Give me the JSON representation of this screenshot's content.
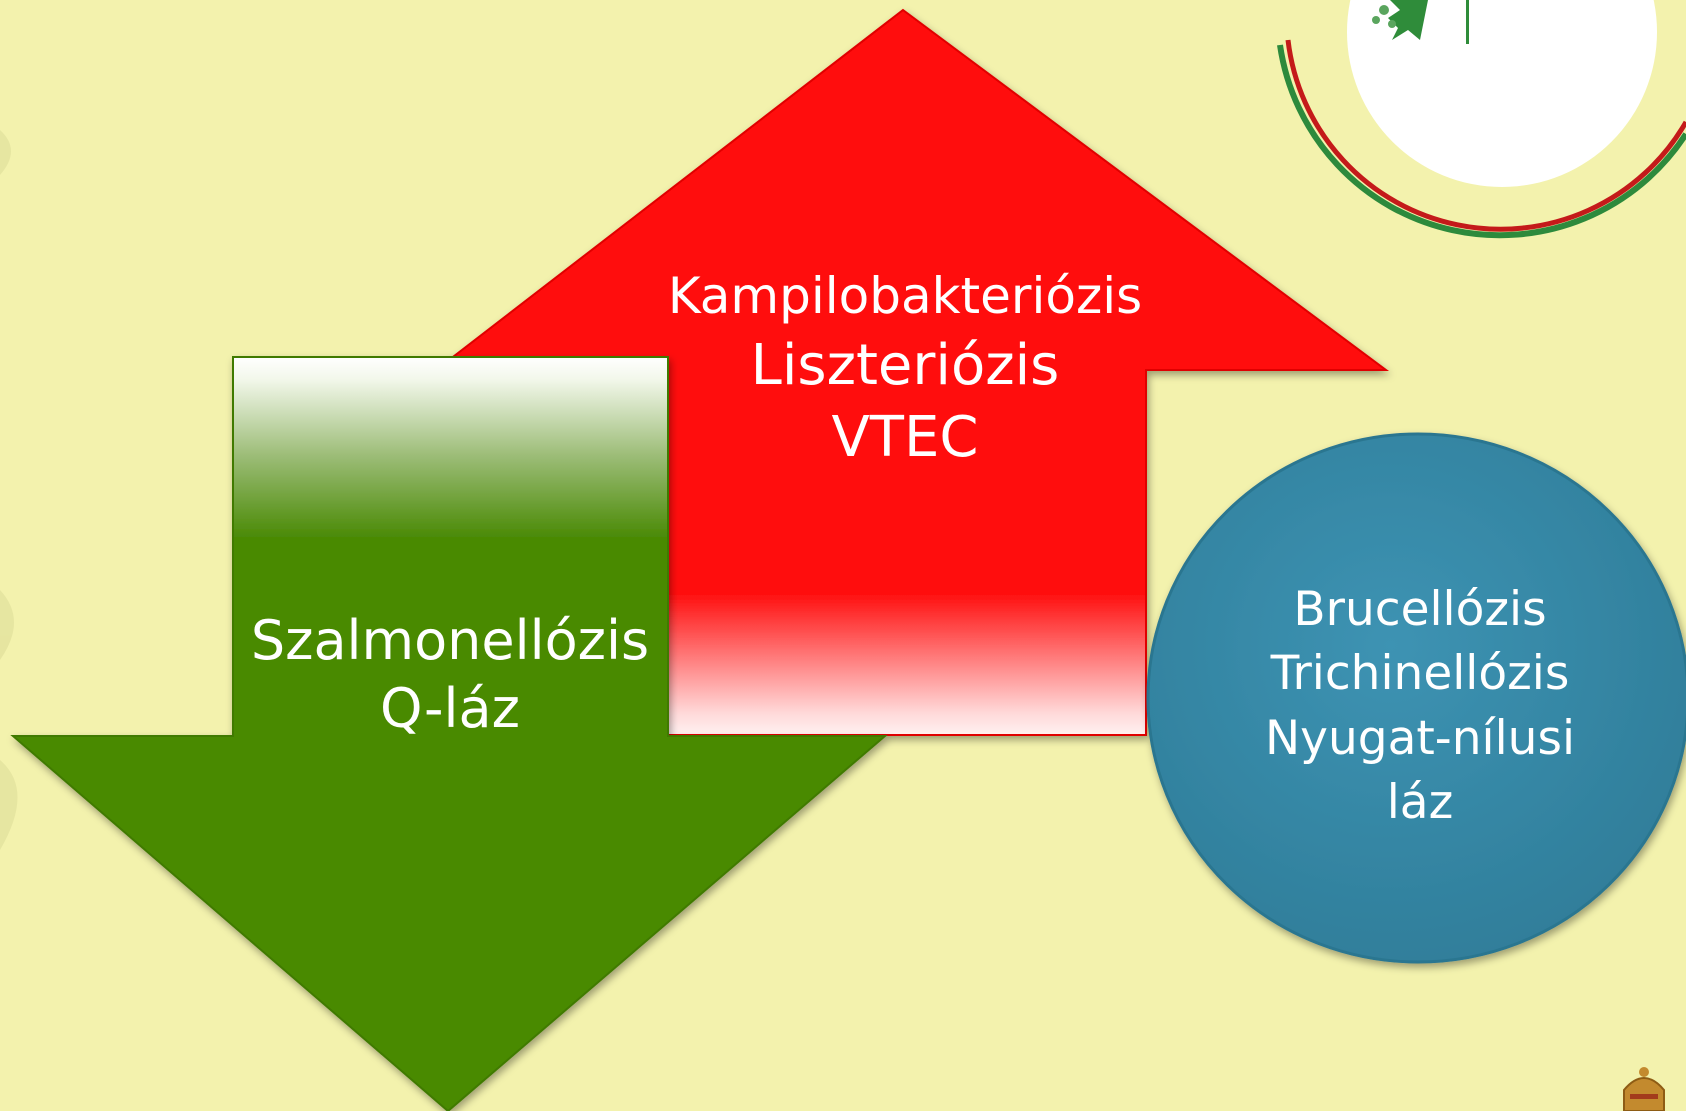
{
  "diagram": {
    "increase": {
      "direction": "up",
      "color": "#ff0909",
      "items": [
        "Kampilobakteriózis",
        "Liszteriózis",
        "VTEC"
      ]
    },
    "decrease": {
      "direction": "down",
      "color": "#4a8a05",
      "items": [
        "Szalmonellózis",
        "Q-láz"
      ]
    },
    "unchanged": {
      "shape": "circle",
      "color": "#3b8eac",
      "items": [
        "Brucellózis",
        "Trichinellózis",
        "Nyugat-nílusi",
        "láz"
      ]
    }
  },
  "decor": {
    "logo_icon": "ministry-logo-icon",
    "crest_icon": "hungarian-crown-crest-icon",
    "background_color": "#f3f2ad"
  }
}
